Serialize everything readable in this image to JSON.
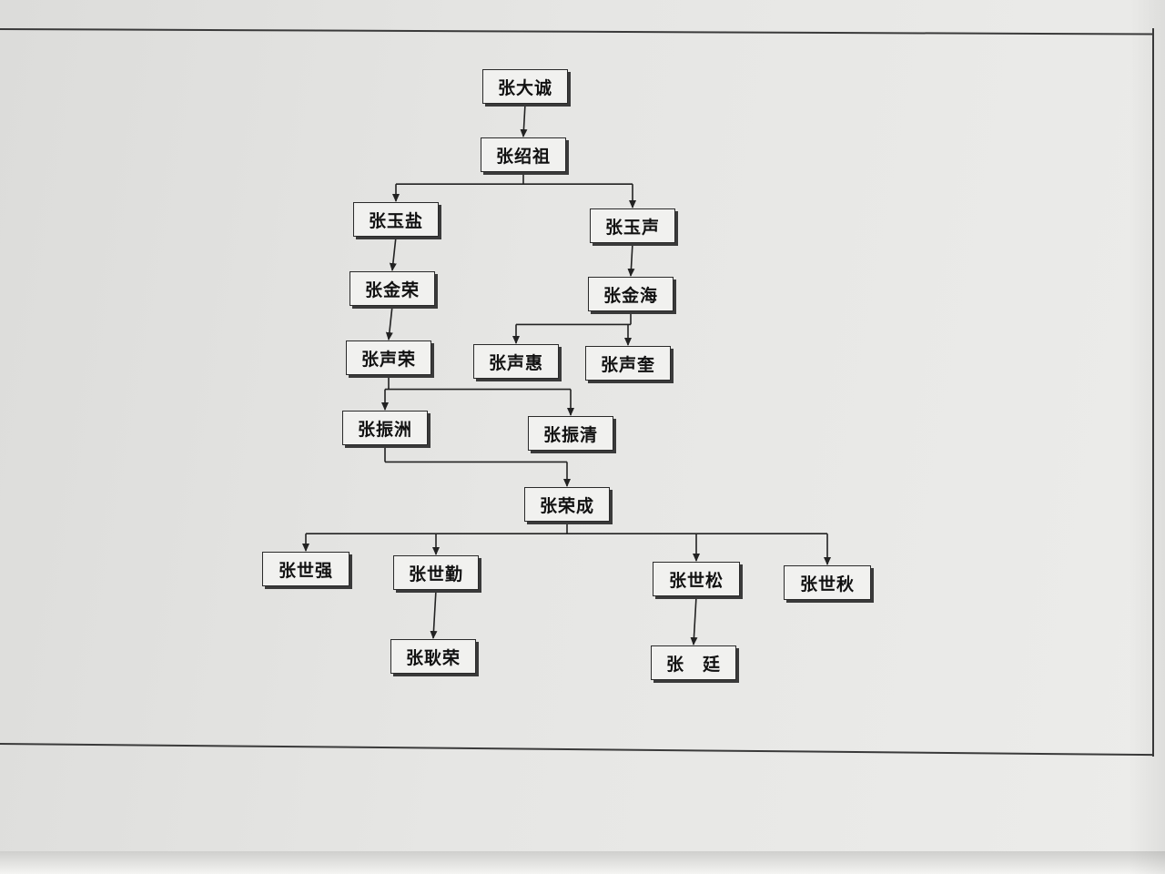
{
  "nodes": {
    "n1": "张大诚",
    "n2": "张绍祖",
    "n3": "张玉盐",
    "n4": "张玉声",
    "n5": "张金荣",
    "n6": "张金海",
    "n7": "张声荣",
    "n8": "张声惠",
    "n9": "张声奎",
    "n10": "张振洲",
    "n11": "张振清",
    "n12": "张荣成",
    "n13": "张世强",
    "n14": "张世勤",
    "n15": "张世松",
    "n16": "张世秋",
    "n17": "张耿荣",
    "n18": "张　廷"
  },
  "edges": [
    [
      "n1",
      "n2"
    ],
    [
      "n2",
      "n3"
    ],
    [
      "n2",
      "n4"
    ],
    [
      "n3",
      "n5"
    ],
    [
      "n4",
      "n6"
    ],
    [
      "n5",
      "n7"
    ],
    [
      "n6",
      "n8"
    ],
    [
      "n6",
      "n9"
    ],
    [
      "n7",
      "n10"
    ],
    [
      "n7",
      "n11"
    ],
    [
      "n10",
      "n12"
    ],
    [
      "n12",
      "n13"
    ],
    [
      "n12",
      "n14"
    ],
    [
      "n12",
      "n15"
    ],
    [
      "n12",
      "n16"
    ],
    [
      "n14",
      "n17"
    ],
    [
      "n15",
      "n18"
    ]
  ]
}
